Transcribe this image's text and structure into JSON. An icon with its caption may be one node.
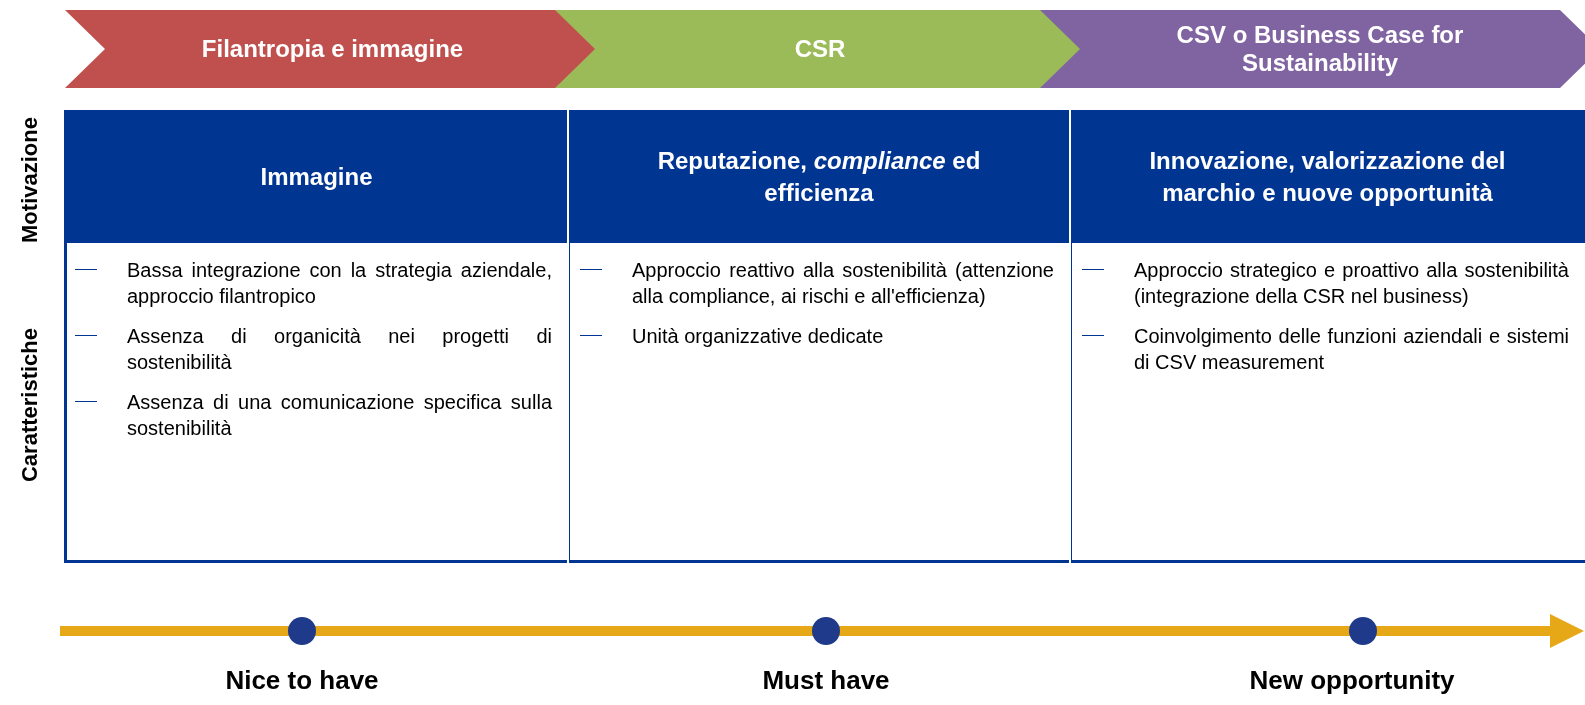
{
  "diagram": {
    "nodes": [
      {
        "text": [
          "Filantropia e immagine"
        ]
      },
      {
        "text": [
          "CSR"
        ]
      },
      {
        "text": [
          "CSV o Business Case for Sustainability"
        ]
      },
      {
        "text": [
          "Immagine"
        ]
      },
      {
        "text": [
          "Reputazione, *compliance* ed efficienza"
        ]
      },
      {
        "text": [
          "Innovazione, valorizzazione del marchio e nuove opportunità"
        ]
      },
      {
        "text": [
          "Bassa integrazione con la strategia aziendale, approccio filantropico",
          "Assenza di organicità nei progetti di sostenibilità",
          "Assenza di una comunicazione specifica sulla sostenibilità"
        ]
      },
      {
        "text": [
          "Approccio reattivo alla sostenibilità (attenzione alla compliance, ai rischi e all'efficienza)",
          "Unità organizzative dedicate"
        ]
      },
      {
        "text": [
          "Approccio strategico e proattivo alla sostenibilità (integrazione della CSR nel business)",
          "Coinvolgimento delle funzioni aziendali e sistemi di CSV measurement"
        ]
      }
    ],
    "edges": [],
    "labels": [
      "Motivazione",
      "Caratteristiche",
      "Nice to have",
      "Must have",
      "New opportunity"
    ]
  }
}
